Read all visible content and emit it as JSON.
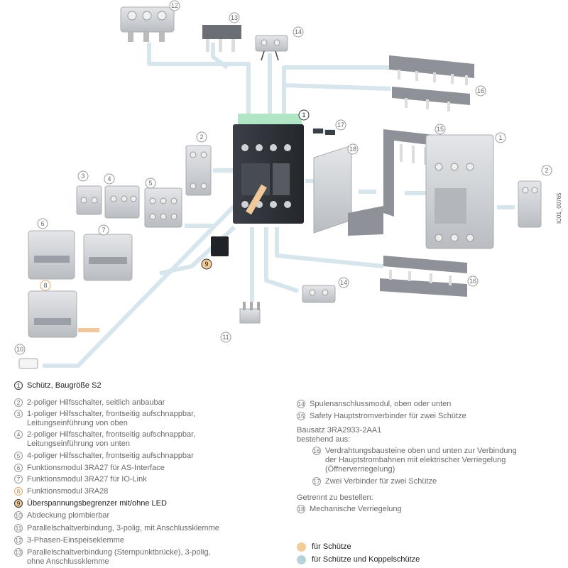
{
  "diagram": {
    "image_code": "IC01_00765",
    "callouts": [
      "1",
      "2",
      "3",
      "4",
      "5",
      "6",
      "7",
      "8",
      "9",
      "10",
      "11",
      "12",
      "13",
      "14",
      "15",
      "16",
      "17",
      "18"
    ],
    "colors": {
      "contactor_body": "#2f3238",
      "module_grey": "#c9ccd0",
      "path_blue": "#cfe0e8",
      "path_orange": "#f0c99a",
      "green_top": "#6fcf97"
    }
  },
  "legend": {
    "left": [
      {
        "n": "1",
        "text": "Schütz, Baugröße S2",
        "style": "dark"
      },
      {
        "n": "2",
        "text": "2-poliger Hilfsschalter, seitlich anbaubar",
        "style": "grey"
      },
      {
        "n": "3",
        "text": "1-poliger Hilfsschalter, frontseitig aufschnappbar,\nLeitungseinführung von oben",
        "style": "grey"
      },
      {
        "n": "4",
        "text": "2-poliger Hilfsschalter, frontseitig aufschnappbar,\nLeitungseinführung von unten",
        "style": "grey"
      },
      {
        "n": "5",
        "text": "4-poliger Hilfsschalter, frontseitig aufschnappbar",
        "style": "grey"
      },
      {
        "n": "6",
        "text": "Funktionsmodul 3RA27 für AS-Interface",
        "style": "grey"
      },
      {
        "n": "7",
        "text": "Funktionsmodul 3RA27 für IO-Link",
        "style": "grey"
      },
      {
        "n": "8",
        "text": "Funktionsmodul 3RA28",
        "style": "orange"
      },
      {
        "n": "9",
        "text": "Überspannungsbegrenzer mit/ohne LED",
        "style": "highlight"
      },
      {
        "n": "10",
        "text": "Abdeckung plombierbar",
        "style": "grey"
      },
      {
        "n": "11",
        "text": "Parallelschaltverbindung, 3-polig, mit Anschlussklemme",
        "style": "grey"
      },
      {
        "n": "12",
        "text": "3-Phasen-Einspeiseklemme",
        "style": "grey"
      },
      {
        "n": "13",
        "text": "Parallelschaltverbindung (Sternpunktbrücke), 3-polig,\nohne Anschlussklemme",
        "style": "grey"
      }
    ],
    "right_top": [
      {
        "n": "14",
        "text": "Spulenanschlussmodul, oben oder unten"
      },
      {
        "n": "15",
        "text": "Safety Hauptstromverbinder für zwei Schütze"
      }
    ],
    "kit_title": "Bausatz 3RA2933-2AA1\nbestehend aus:",
    "kit_items": [
      {
        "n": "16",
        "text": "Verdrahtungsbausteine oben und unten zur Verbindung\nder Hauptstrombahnen mit elektrischer Verriegelung\n(Öffnerverriegelung)"
      },
      {
        "n": "17",
        "text": "Zwei Verbinder für zwei Schütze"
      }
    ],
    "separate_title": "Getrennt zu bestellen:",
    "separate_items": [
      {
        "n": "18",
        "text": "Mechanische Verriegelung"
      }
    ],
    "swatches": [
      {
        "label": "für Schütze",
        "color": "#f3cc9a"
      },
      {
        "label": "für Schütze und Koppelschütze",
        "color": "#b9d3dc"
      }
    ]
  }
}
